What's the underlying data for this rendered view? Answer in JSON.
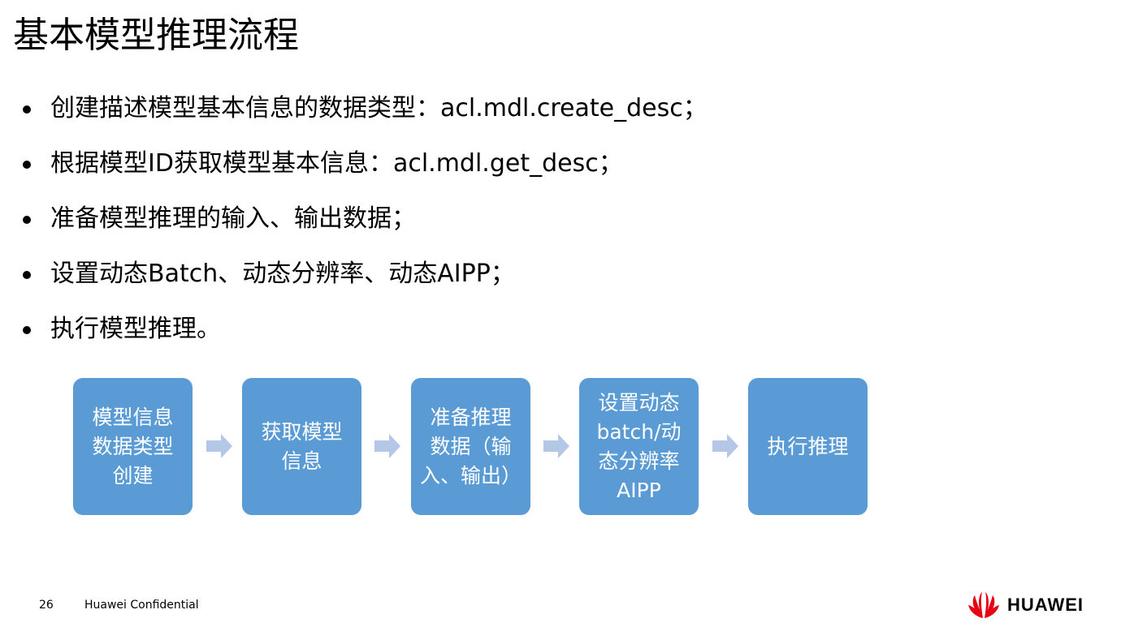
{
  "title": "基本模型推理流程",
  "bullets": [
    "创建描述模型基本信息的数据类型：acl.mdl.create_desc；",
    "根据模型ID获取模型基本信息：acl.mdl.get_desc；",
    "准备模型推理的输入、输出数据；",
    "设置动态Batch、动态分辨率、动态AIPP；",
    "执行模型推理。"
  ],
  "flow": {
    "box_color": "#5b9bd5",
    "arrow_color": "#b4c7e7",
    "steps": [
      "模型信息\n数据类型\n创建",
      "获取模型\n信息",
      "准备推理\n数据（输\n入、输出）",
      "设置动态\nbatch/动\n态分辨率\nAIPP",
      "执行推理"
    ]
  },
  "footer": {
    "page_number": "26",
    "confidentiality": "Huawei Confidential",
    "logo_text": "HUAWEI",
    "logo_color": "#e60012"
  }
}
